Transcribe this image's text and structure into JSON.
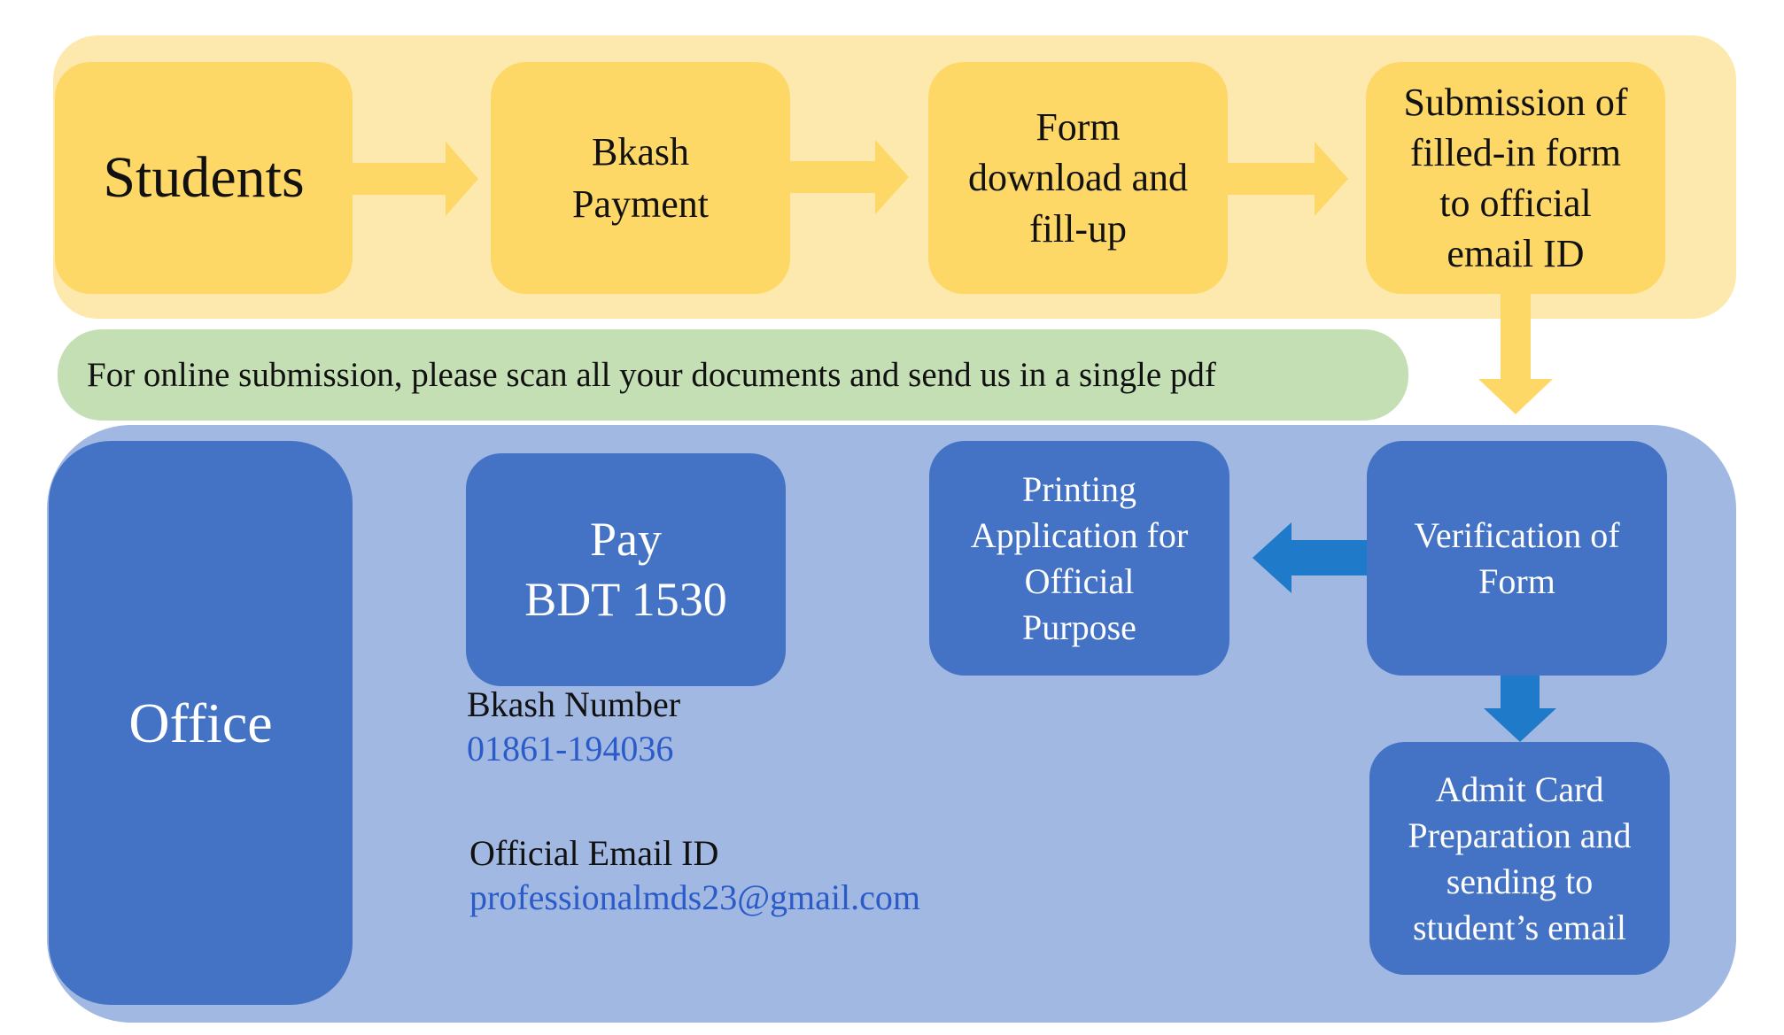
{
  "colors": {
    "student_panel": "#fde9ad",
    "student_box": "#fed867",
    "office_panel": "#a1b8e2",
    "office_box": "#4472c4",
    "note_bar": "#c5dfb5",
    "blue_arrow": "#1f7ac9",
    "link_text": "#2a5bc9"
  },
  "students": {
    "title": "Students",
    "steps": [
      {
        "label": "Bkash\nPayment"
      },
      {
        "label": "Form\ndownload and\nfill-up"
      },
      {
        "label": "Submission of\nfilled-in form\nto official\nemail ID"
      }
    ]
  },
  "note": "For online submission, please scan all your documents and send us in a single pdf",
  "office": {
    "title": "Office",
    "pay_box": "Pay\nBDT 1530",
    "bkash_label": "Bkash Number",
    "bkash_number": "01861-194036",
    "email_label": "Official Email ID",
    "email": "professionalmds23@gmail.com",
    "printing": "Printing\nApplication for\nOfficial\nPurpose",
    "verification": "Verification of\nForm",
    "admit_card": "Admit Card\nPreparation and\nsending to\nstudent’s email"
  }
}
